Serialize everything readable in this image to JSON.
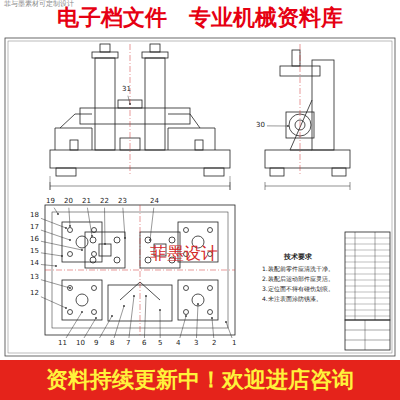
{
  "diagram": {
    "title": "电子档文件　专业机械资料库",
    "labels": [
      "菲与墨素材可定制设计",
      "31",
      "30",
      "19",
      "20",
      "21",
      "22",
      "23",
      "24",
      "18",
      "17",
      "16",
      "15",
      "14",
      "13",
      "12",
      "11",
      "10",
      "9",
      "8",
      "7",
      "6",
      "5",
      "4",
      "3",
      "2",
      "1",
      "菲墨设计",
      "技术要求",
      "1.装配前零件应清洗干净。",
      "2.装配后运动部件应灵活。",
      "3.定位面不得有碰伤划痕。",
      "4.未注表面涂防锈漆。",
      "资料持续更新中！欢迎进店咨询"
    ]
  }
}
